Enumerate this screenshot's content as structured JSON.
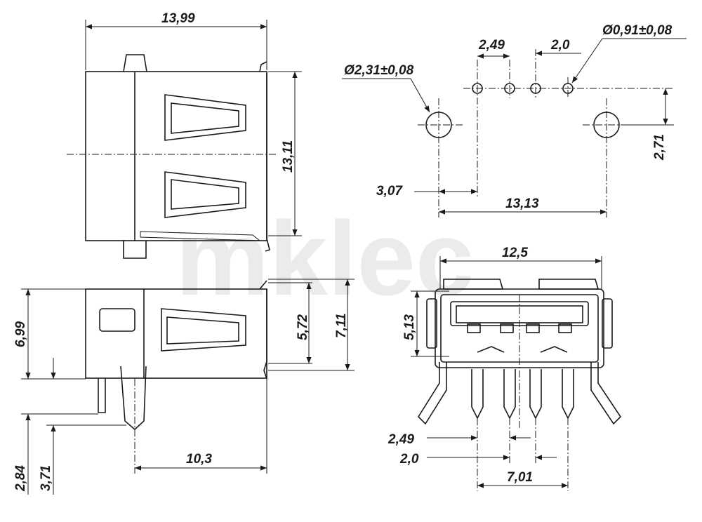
{
  "watermark": "mklec",
  "top_view": {
    "width": "13,99",
    "height": "13,11"
  },
  "side_view": {
    "height_total": "6,99",
    "height_a": "5,72",
    "height_b": "7,11",
    "lead_a": "2,84",
    "lead_b": "3,71",
    "length": "10,3"
  },
  "footprint": {
    "pin_pitch": "2,49",
    "pin_pitch_b": "2,0",
    "pin_hole": "Ø0,91±0,08",
    "mount_hole": "Ø2,31±0,08",
    "offset_x": "3,07",
    "offset_y": "2,71",
    "mount_spacing": "13,13"
  },
  "front_view": {
    "width": "12,5",
    "height": "5,13",
    "pitch_a": "2,49",
    "pitch_b": "2,0",
    "span": "7,01"
  }
}
